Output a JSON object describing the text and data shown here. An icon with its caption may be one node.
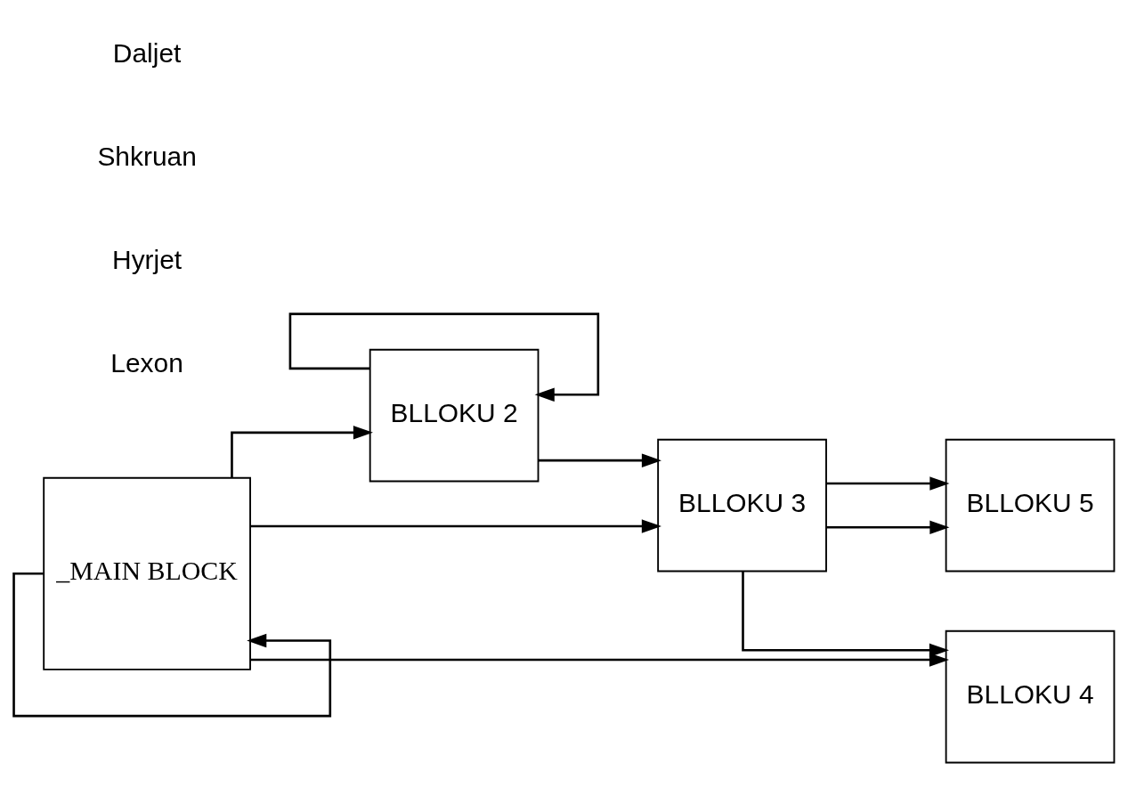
{
  "diagram": {
    "nodes": [
      {
        "text": [
          "_MAIN BLOCK"
        ]
      },
      {
        "text": [
          "BLLOKU 2"
        ]
      },
      {
        "text": [
          "BLLOKU 3"
        ]
      },
      {
        "text": [
          "BLLOKU 4"
        ]
      },
      {
        "text": [
          "BLLOKU 5"
        ]
      }
    ],
    "edges": [
      {
        "from": 0,
        "to": 0,
        "arrow": "to"
      },
      {
        "from": 0,
        "to": 1,
        "arrow": "to"
      },
      {
        "from": 0,
        "to": 2,
        "arrow": "to"
      },
      {
        "from": 0,
        "to": 3,
        "arrow": "to"
      },
      {
        "from": 1,
        "to": 1,
        "arrow": "to"
      },
      {
        "from": 1,
        "to": 2,
        "arrow": "to"
      },
      {
        "from": 2,
        "to": 4,
        "arrow": "to"
      },
      {
        "from": 2,
        "to": 4,
        "arrow": "to"
      },
      {
        "from": 2,
        "to": 3,
        "arrow": "to"
      }
    ],
    "labels": [
      "Lexon",
      "Hyrjet",
      "Shkruan",
      "Daljet"
    ]
  }
}
